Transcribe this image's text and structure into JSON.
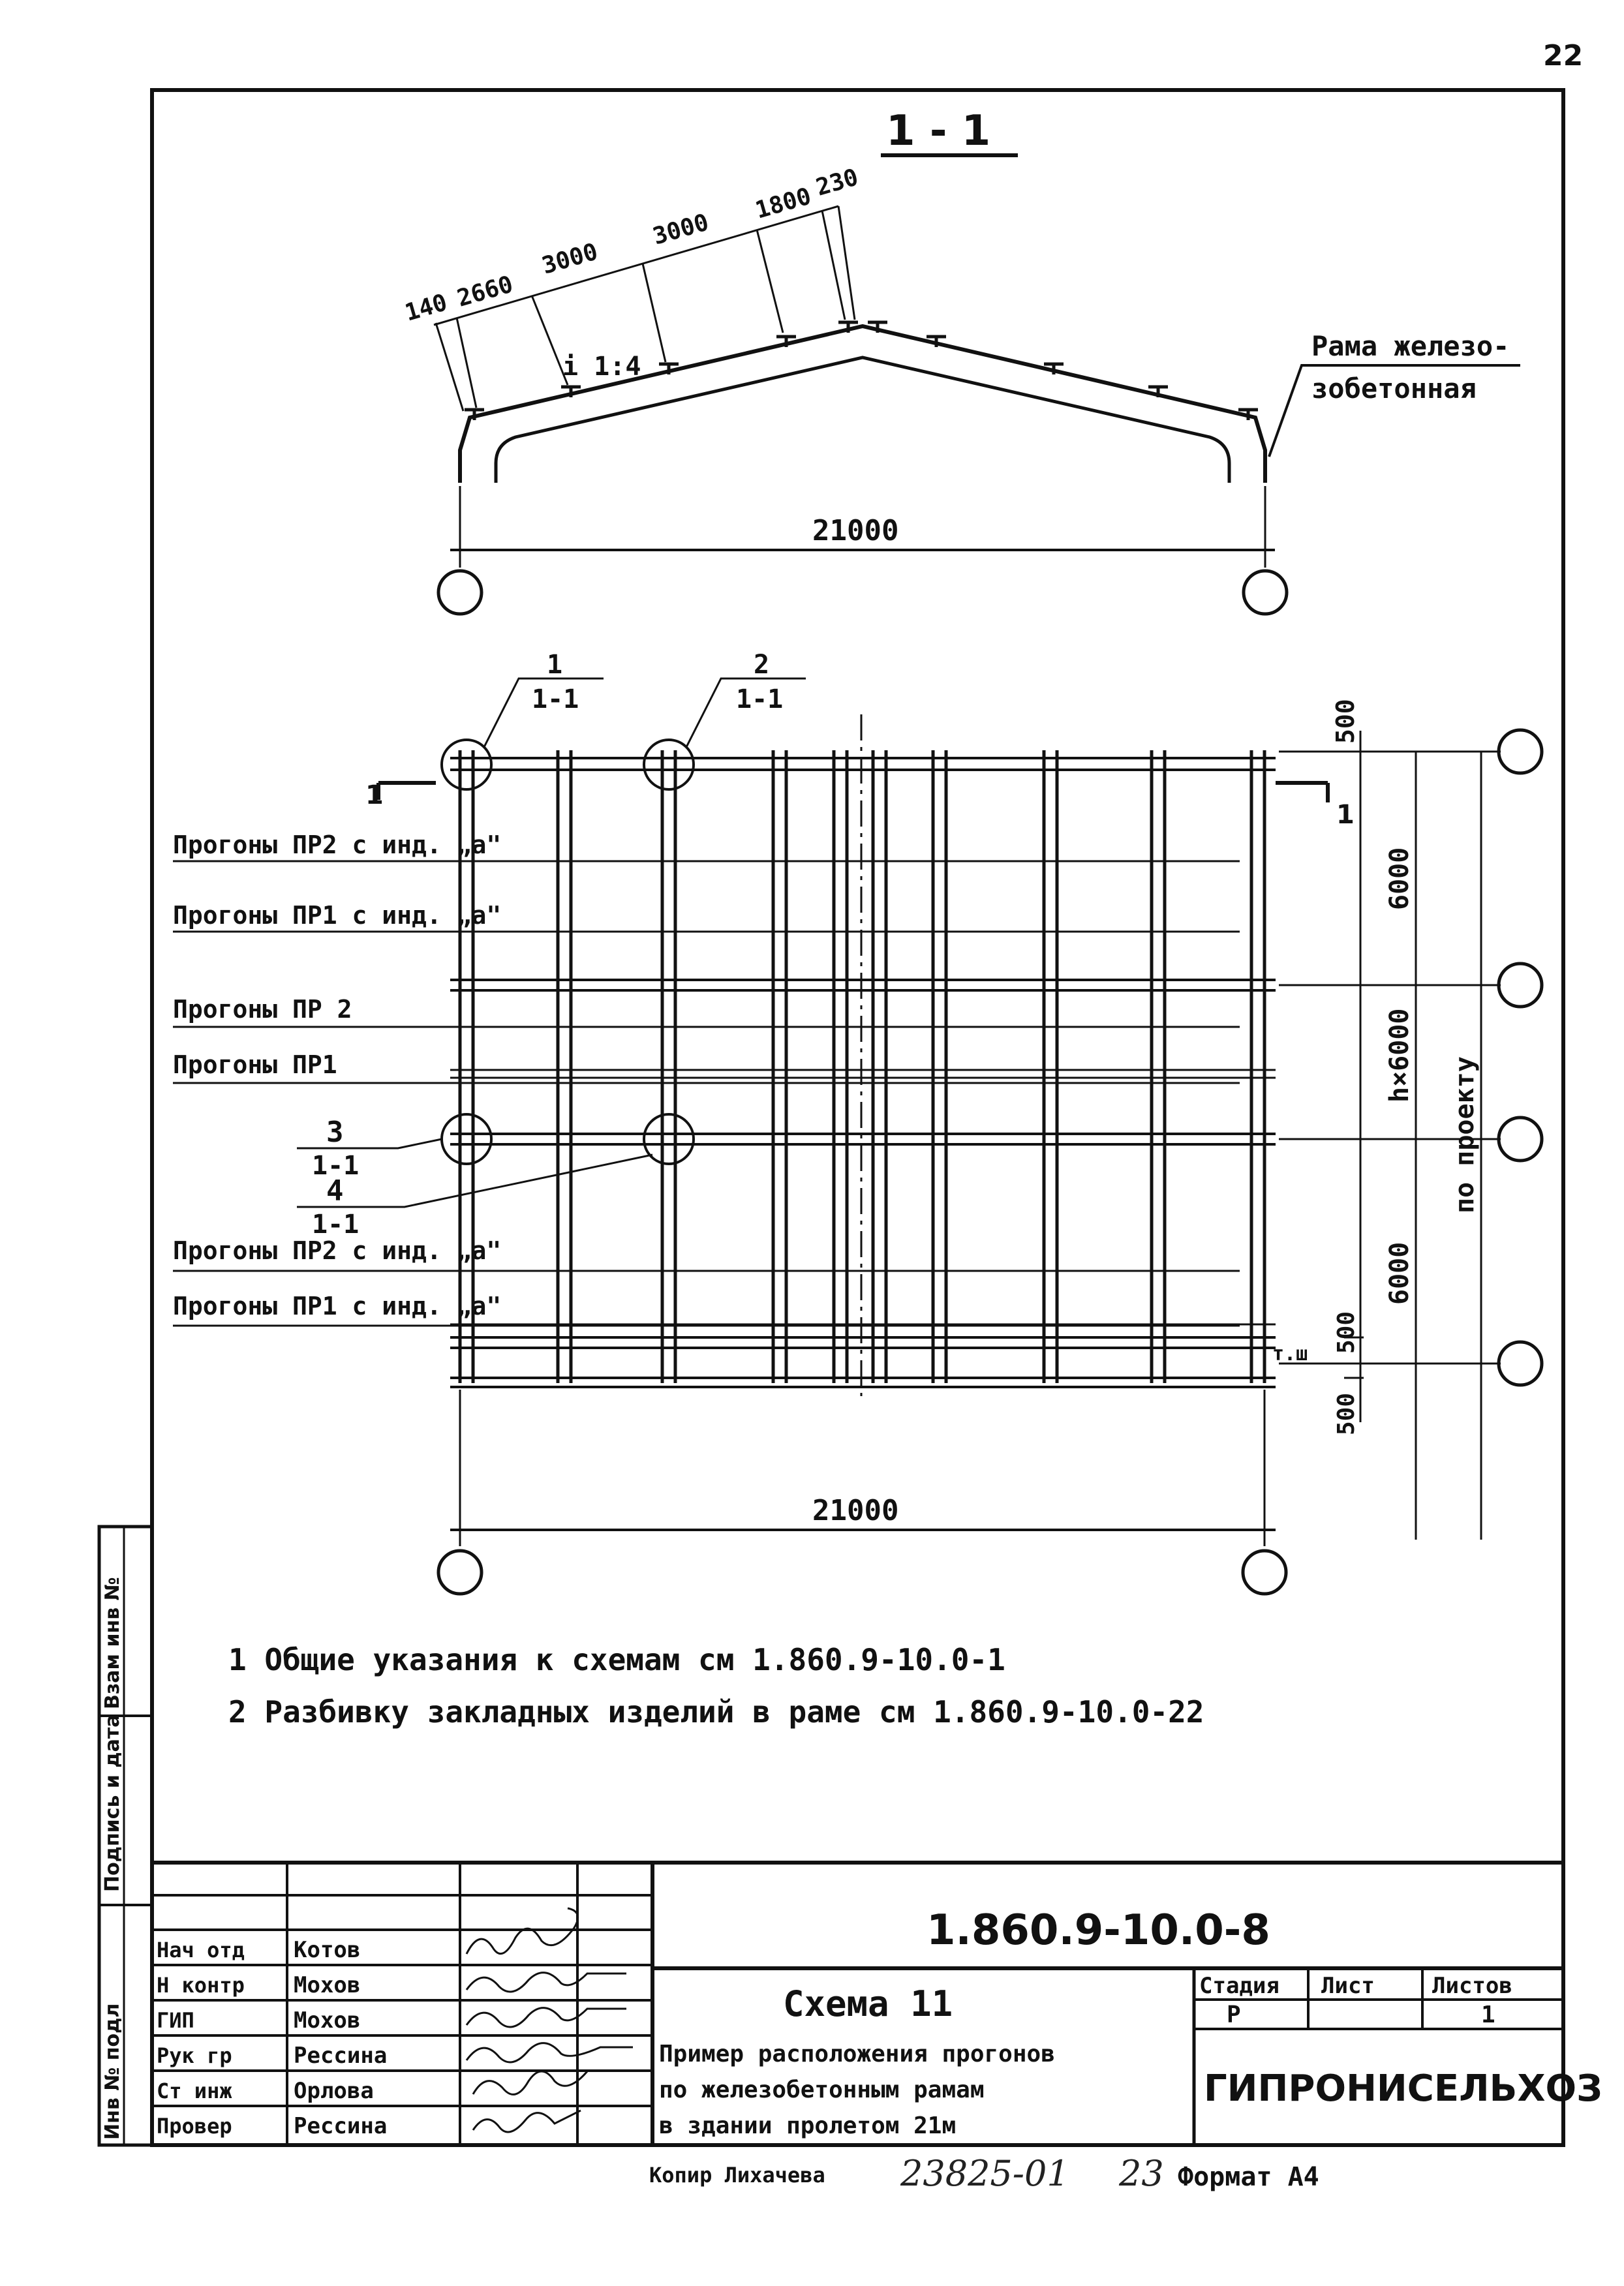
{
  "page_number": "22",
  "section": {
    "title": "1 - 1",
    "segments": [
      "140",
      "2660",
      "3000",
      "3000",
      "1800",
      "230"
    ],
    "slope": "i 1:4",
    "frame_label_1": "Рама железо-",
    "frame_label_2": "зобетонная",
    "span": "21000"
  },
  "plan": {
    "callouts": [
      {
        "num": "1",
        "ref": "1-1"
      },
      {
        "num": "2",
        "ref": "1-1"
      },
      {
        "num": "3",
        "ref": "1-1"
      },
      {
        "num": "4",
        "ref": "1-1"
      }
    ],
    "section_marker": "1",
    "purlin_labels": [
      "Прогоны ПР2 с инд. „а\"",
      "Прогоны ПР1 с инд. „а\"",
      "Прогоны ПР 2",
      "Прогоны ПР1",
      "Прогоны ПР2 с инд. „а\"",
      "Прогоны ПР1 с инд. „а\""
    ],
    "dim_500_top": "500",
    "dim_6000_top": "6000",
    "dim_h6000": "h×6000",
    "dim_po_proektu": "по проекту",
    "dim_6000_bottom": "6000",
    "dim_500_mid": "500",
    "dim_500_bottom": "500",
    "label_tsh": "т.ш",
    "span": "21000"
  },
  "notes": [
    "1 Общие указания к схемам см 1.860.9-10.0-1",
    "2 Разбивку закладных изделий в раме см 1.860.9-10.0-22"
  ],
  "side_stamps": [
    "Инв № подл",
    "Подпись и дата",
    "Взам инв №"
  ],
  "title_block": {
    "doc_code": "1.860.9-10.0-8",
    "roles": [
      {
        "role": "Нач отд",
        "name": "Котов"
      },
      {
        "role": "Н контр",
        "name": "Мохов"
      },
      {
        "role": "ГИП",
        "name": "Мохов"
      },
      {
        "role": "Рук гр",
        "name": "Рессина"
      },
      {
        "role": "Ст инж",
        "name": "Орлова"
      },
      {
        "role": "Провер",
        "name": "Рессина"
      }
    ],
    "scheme_title": "Схема 11",
    "desc_lines": [
      "Пример расположения прогонов",
      "по железобетонным рамам",
      "в здании пролетом 21м"
    ],
    "stage_header": "Стадия",
    "sheet_header": "Лист",
    "sheets_header": "Листов",
    "stage_value": "Р",
    "sheets_value": "1",
    "organization": "ГИПРОНИСЕЛЬХОЗ"
  },
  "footer": {
    "copied": "Копир Лихачева",
    "number": "23825-01",
    "page_ref": "23",
    "format": "Формат А4"
  }
}
